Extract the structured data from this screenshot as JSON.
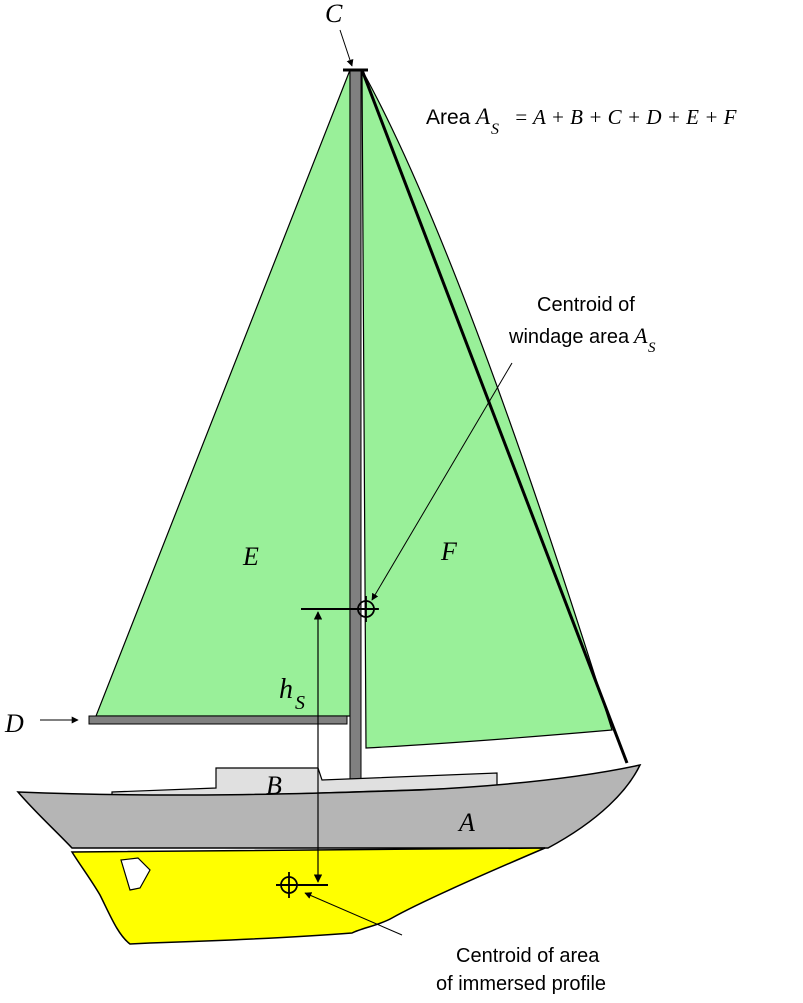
{
  "colors": {
    "sail": "#99f099",
    "hull": "#b5b5b5",
    "cabin": "#e0e0e0",
    "immersed": "#ffff00",
    "spar": "#808080",
    "outline": "#000000"
  },
  "labels": {
    "mast_top": "C",
    "mainsail": "E",
    "jib": "F",
    "boom": "D",
    "cabin": "B",
    "hull": "A",
    "height_symbol": "h",
    "height_subscript": "S"
  },
  "formula": {
    "prefix": "Area",
    "symbol": "A",
    "subscript": "S",
    "rhs": "= A + B + C + D + E + F"
  },
  "centroid_windage": {
    "line1": "Centroid of",
    "line2_text": "windage area",
    "line2_symbol": "A",
    "line2_subscript": "S"
  },
  "centroid_immersed": {
    "line1": "Centroid of area",
    "line2": "of immersed profile"
  }
}
